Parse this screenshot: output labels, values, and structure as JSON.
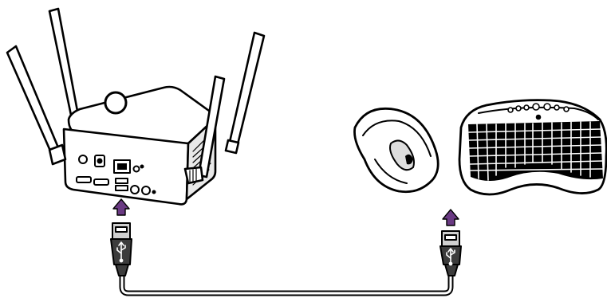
{
  "diagram": {
    "devices": [
      {
        "name": "wireless-router-box",
        "antennas": 4
      },
      {
        "name": "wireless-mouse"
      },
      {
        "name": "ergonomic-keyboard"
      }
    ],
    "connection": {
      "cable_type": "usb-a-to-usb-a",
      "from": "router-usb-port",
      "to": "keyboard-mouse-usb-receiver"
    },
    "arrows": [
      "insert-arrow-router",
      "insert-arrow-peripheral"
    ],
    "icons": [
      "usb-icon",
      "usb-icon"
    ]
  },
  "colors": {
    "background": "#ffffff",
    "outline": "#000000",
    "body_fill": "#ffffff",
    "shade": "#e6e6e6",
    "arrow": "#6a3a83",
    "cable_dark": "#3c3c3c",
    "plug_metal": "#cfcfcf"
  }
}
